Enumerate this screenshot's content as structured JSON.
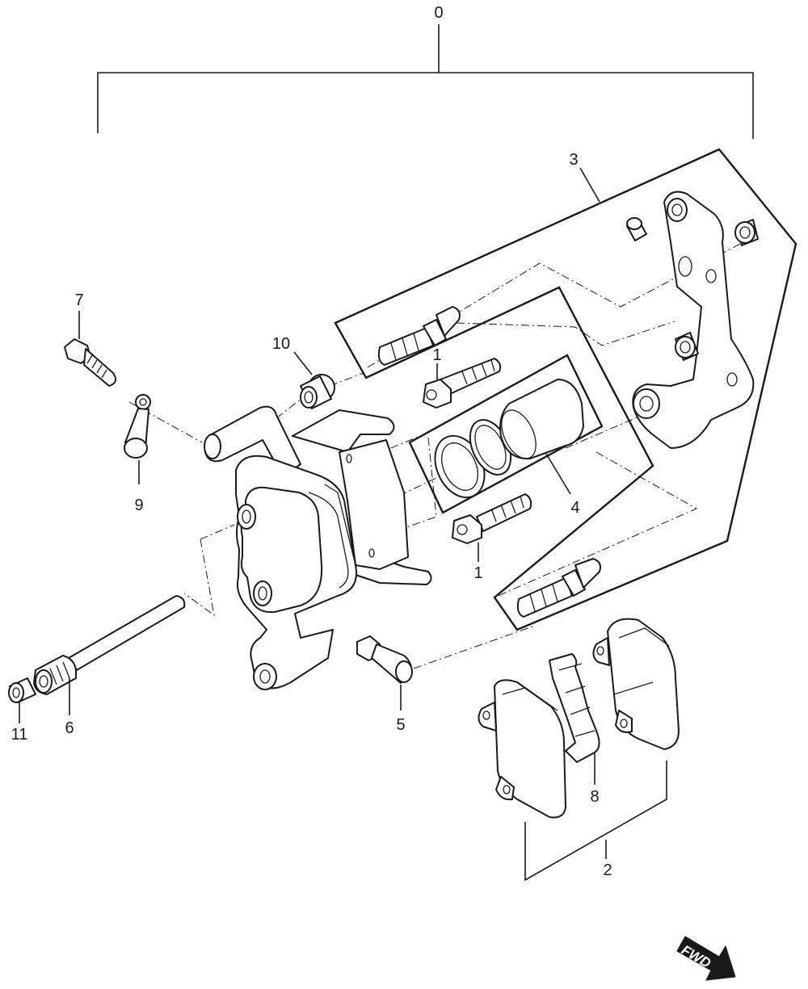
{
  "callouts": {
    "c0": "0",
    "c1a": "1",
    "c1b": "1",
    "c2": "2",
    "c3": "3",
    "c4": "4",
    "c5": "5",
    "c6": "6",
    "c7": "7",
    "c8": "8",
    "c9": "9",
    "c10": "10",
    "c11": "11"
  },
  "direction_arrow": "FWD",
  "colors": {
    "ink": "#1a1a1a",
    "paper": "#ffffff"
  }
}
